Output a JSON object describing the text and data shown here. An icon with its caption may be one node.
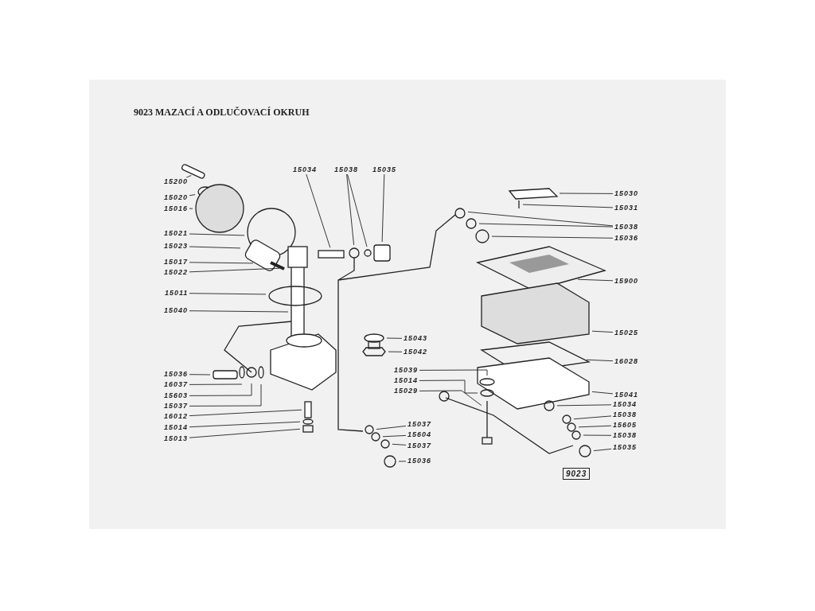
{
  "diagram": {
    "title": "9023 MAZACÍ A ODLUČOVACÍ OKRUH",
    "nodes": [
      {
        "text": [
          "15200"
        ]
      },
      {
        "text": [
          "15020"
        ]
      },
      {
        "text": [
          "15016"
        ]
      },
      {
        "text": [
          "15021"
        ]
      },
      {
        "text": [
          "15023"
        ]
      },
      {
        "text": [
          "15017"
        ]
      },
      {
        "text": [
          "15022"
        ]
      },
      {
        "text": [
          "15011"
        ]
      },
      {
        "text": [
          "15040"
        ]
      },
      {
        "text": [
          "15036"
        ]
      },
      {
        "text": [
          "16037"
        ]
      },
      {
        "text": [
          "15603"
        ]
      },
      {
        "text": [
          "15037"
        ]
      },
      {
        "text": [
          "16012"
        ]
      },
      {
        "text": [
          "15014"
        ]
      },
      {
        "text": [
          "15013"
        ]
      },
      {
        "text": [
          "15034"
        ]
      },
      {
        "text": [
          "15038"
        ]
      },
      {
        "text": [
          "15035"
        ]
      },
      {
        "text": [
          "15043"
        ]
      },
      {
        "text": [
          "15042"
        ]
      },
      {
        "text": [
          "15039"
        ]
      },
      {
        "text": [
          "15014"
        ]
      },
      {
        "text": [
          "15029"
        ]
      },
      {
        "text": [
          "15037"
        ]
      },
      {
        "text": [
          "15604"
        ]
      },
      {
        "text": [
          "15037"
        ]
      },
      {
        "text": [
          "15036"
        ]
      },
      {
        "text": [
          "15030"
        ]
      },
      {
        "text": [
          "15031"
        ]
      },
      {
        "text": [
          "15038"
        ]
      },
      {
        "text": [
          "15036"
        ]
      },
      {
        "text": [
          "15900"
        ]
      },
      {
        "text": [
          "15025"
        ]
      },
      {
        "text": [
          "16028"
        ]
      },
      {
        "text": [
          "15041"
        ]
      },
      {
        "text": [
          "15034"
        ]
      },
      {
        "text": [
          "15038"
        ]
      },
      {
        "text": [
          "15605"
        ]
      },
      {
        "text": [
          "15038"
        ]
      },
      {
        "text": [
          "15035"
        ]
      }
    ],
    "edges": [
      {
        "from": 0,
        "to": null,
        "arrow": "none"
      },
      {
        "from": 1,
        "to": null,
        "arrow": "none"
      },
      {
        "from": 2,
        "to": null,
        "arrow": "none"
      },
      {
        "from": 3,
        "to": null,
        "arrow": "none"
      },
      {
        "from": 4,
        "to": null,
        "arrow": "none"
      },
      {
        "from": 5,
        "to": null,
        "arrow": "none"
      },
      {
        "from": 6,
        "to": null,
        "arrow": "none"
      },
      {
        "from": 7,
        "to": null,
        "arrow": "none"
      },
      {
        "from": 8,
        "to": null,
        "arrow": "none"
      },
      {
        "from": 9,
        "to": null,
        "arrow": "none"
      },
      {
        "from": 10,
        "to": null,
        "arrow": "none"
      },
      {
        "from": 11,
        "to": null,
        "arrow": "none"
      },
      {
        "from": 12,
        "to": null,
        "arrow": "none"
      },
      {
        "from": 13,
        "to": null,
        "arrow": "none"
      },
      {
        "from": 14,
        "to": null,
        "arrow": "none"
      },
      {
        "from": 15,
        "to": null,
        "arrow": "none"
      },
      {
        "from": 16,
        "to": null,
        "arrow": "none"
      },
      {
        "from": 17,
        "to": null,
        "arrow": "none"
      },
      {
        "from": 17,
        "to": null,
        "arrow": "none"
      },
      {
        "from": 18,
        "to": null,
        "arrow": "none"
      },
      {
        "from": 19,
        "to": null,
        "arrow": "none"
      },
      {
        "from": 20,
        "to": null,
        "arrow": "none"
      },
      {
        "from": 21,
        "to": null,
        "arrow": "none"
      },
      {
        "from": 22,
        "to": null,
        "arrow": "none"
      },
      {
        "from": 23,
        "to": null,
        "arrow": "none"
      },
      {
        "from": 24,
        "to": null,
        "arrow": "none"
      },
      {
        "from": 25,
        "to": null,
        "arrow": "none"
      },
      {
        "from": 26,
        "to": null,
        "arrow": "none"
      },
      {
        "from": 27,
        "to": null,
        "arrow": "none"
      },
      {
        "from": 28,
        "to": null,
        "arrow": "none"
      },
      {
        "from": 29,
        "to": null,
        "arrow": "none"
      },
      {
        "from": 30,
        "to": null,
        "arrow": "none"
      },
      {
        "from": 30,
        "to": null,
        "arrow": "none"
      },
      {
        "from": 31,
        "to": null,
        "arrow": "none"
      },
      {
        "from": 32,
        "to": null,
        "arrow": "none"
      },
      {
        "from": 33,
        "to": null,
        "arrow": "none"
      },
      {
        "from": 34,
        "to": null,
        "arrow": "none"
      },
      {
        "from": 35,
        "to": null,
        "arrow": "none"
      },
      {
        "from": 36,
        "to": null,
        "arrow": "none"
      },
      {
        "from": 37,
        "to": null,
        "arrow": "none"
      },
      {
        "from": 38,
        "to": null,
        "arrow": "none"
      },
      {
        "from": 39,
        "to": null,
        "arrow": "none"
      },
      {
        "from": 40,
        "to": null,
        "arrow": "none"
      }
    ],
    "labels": [
      "9023"
    ]
  }
}
